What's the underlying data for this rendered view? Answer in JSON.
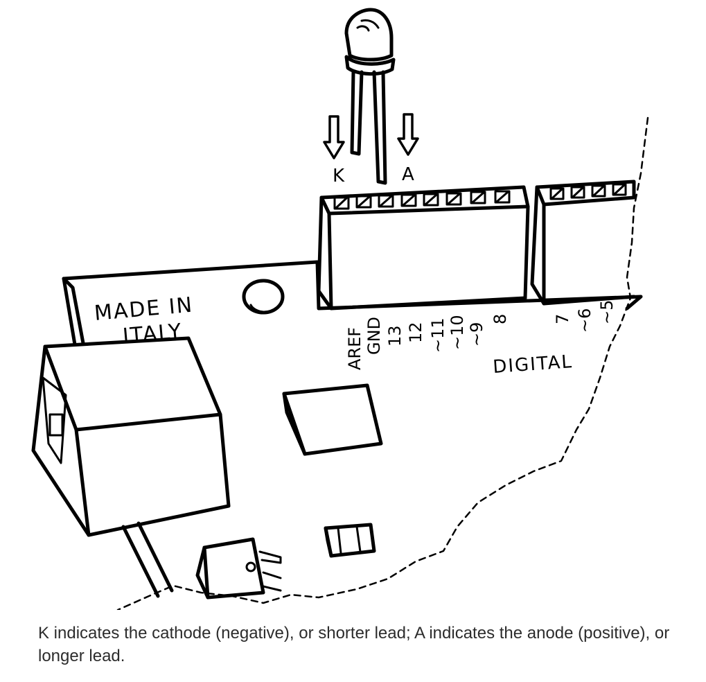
{
  "figure": {
    "led_labels": {
      "cathode": "K",
      "anode": "A"
    },
    "board_text": {
      "line1": "MADE IN",
      "line2": "ITALY"
    },
    "pin_labels": [
      "AREF",
      "GND",
      "13",
      "12",
      "~11",
      "~10",
      "~9",
      "8",
      "7",
      "~6",
      "~5"
    ],
    "header_label": "DIGITAL"
  },
  "caption": "K indicates the cathode (negative), or shorter lead; A indicates the anode (positive), or longer lead.",
  "colors": {
    "ink": "#000000",
    "caption_text": "#2c2c2c",
    "background": "#ffffff"
  }
}
